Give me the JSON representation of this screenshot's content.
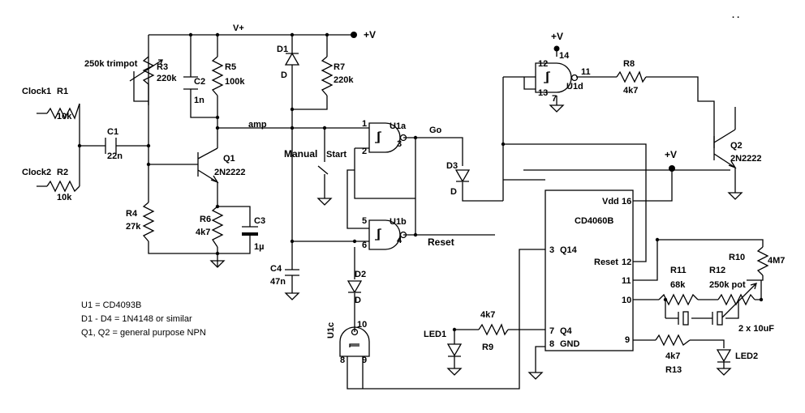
{
  "labels": {
    "clock1": "Clock1",
    "r1": "R1",
    "r1_val": "10k",
    "clock2": "Clock2",
    "r2": "R2",
    "r2_val": "10k",
    "c1": "C1",
    "c1_val": "22n",
    "trimpot": "250k trimpot",
    "r3": "R3",
    "r3_val": "220k",
    "c2": "C2",
    "c2_val": "1n",
    "r5": "R5",
    "r5_val": "100k",
    "vplus_rail": "V+",
    "vplus_top": "+V",
    "d1": "D1",
    "d1_d": "D",
    "r7": "R7",
    "r7_val": "220k",
    "amp": "amp",
    "manual": "Manual",
    "start": "Start",
    "q1": "Q1",
    "q1_type": "2N2222",
    "r4": "R4",
    "r4_val": "27k",
    "r6": "R6",
    "r6_val": "4k7",
    "c3": "C3",
    "c3_val": "1µ",
    "c4": "C4",
    "c4_val": "47n",
    "u1a": "U1a",
    "u1a_p1": "1",
    "u1a_p2": "2",
    "u1a_p3": "3",
    "go": "Go",
    "d3": "D3",
    "d3_d": "D",
    "u1b": "U1b",
    "u1b_p5": "5",
    "u1b_p6": "6",
    "u1b_p4": "4",
    "reset_net": "Reset",
    "d2": "D2",
    "d2_d": "D",
    "u1c": "U1c",
    "u1c_p10": "10",
    "u1c_p8": "8",
    "u1c_p9": "9",
    "u1d_vplus": "+V",
    "u1d_p14": "14",
    "u1d_p12": "12",
    "u1d_p13": "13",
    "u1d_p7": "7",
    "u1d_p11": "11",
    "u1d": "U1d",
    "r8": "R8",
    "r8_val": "4k7",
    "q2": "Q2",
    "q2_type": "2N2222",
    "ic_vplus": "+V",
    "ic_name": "CD4060B",
    "vdd": "Vdd",
    "vdd_pin": "16",
    "q14_pin": "3",
    "q14": "Q14",
    "reset_pin_name": "Reset",
    "reset_pin": "12",
    "pin11": "11",
    "pin10": "10",
    "pin9": "9",
    "q4_pin": "7",
    "q4": "Q4",
    "gnd_pin": "8",
    "gnd": "GND",
    "led1": "LED1",
    "r9": "R9",
    "r9_val": "4k7",
    "r11": "R11",
    "r11_val": "68k",
    "r12": "R12",
    "r12_val": "250k pot",
    "r10": "R10",
    "r10_val": "4M7",
    "caps": "2 x 10uF",
    "r13": "R13",
    "r13_val": "4k7",
    "led2": "LED2",
    "note1": "U1 = CD4093B",
    "note2": "D1 - D4 = 1N4148 or similar",
    "note3": "Q1, Q2 = general purpose NPN",
    "corner_mark": ". ."
  }
}
